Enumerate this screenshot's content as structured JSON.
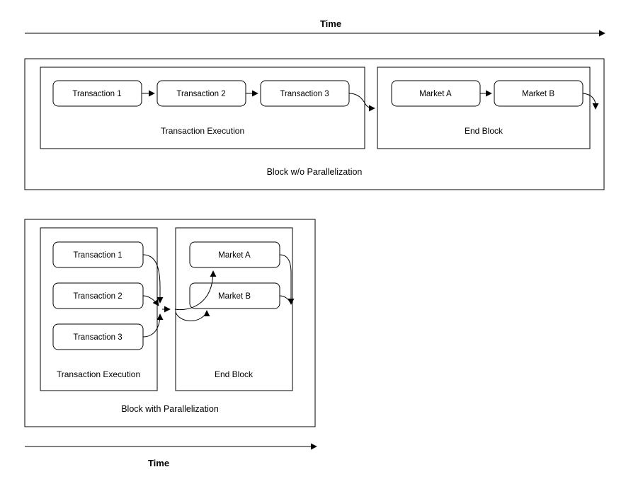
{
  "top_axis": {
    "label": "Time"
  },
  "bottom_axis": {
    "label": "Time"
  },
  "serial_block": {
    "title": "Block w/o Parallelization",
    "execution": {
      "label": "Transaction Execution",
      "nodes": [
        "Transaction 1",
        "Transaction 2",
        "Transaction 3"
      ]
    },
    "end_block": {
      "label": "End Block",
      "nodes": [
        "Market A",
        "Market B"
      ]
    }
  },
  "parallel_block": {
    "title": "Block with Parallelization",
    "execution": {
      "label": "Transaction Execution",
      "nodes": [
        "Transaction 1",
        "Transaction 2",
        "Transaction 3"
      ]
    },
    "end_block": {
      "label": "End Block",
      "nodes": [
        "Market A",
        "Market B"
      ]
    }
  },
  "colors": {
    "background": "#ffffff",
    "stroke": "#000000",
    "text": "#000000"
  }
}
